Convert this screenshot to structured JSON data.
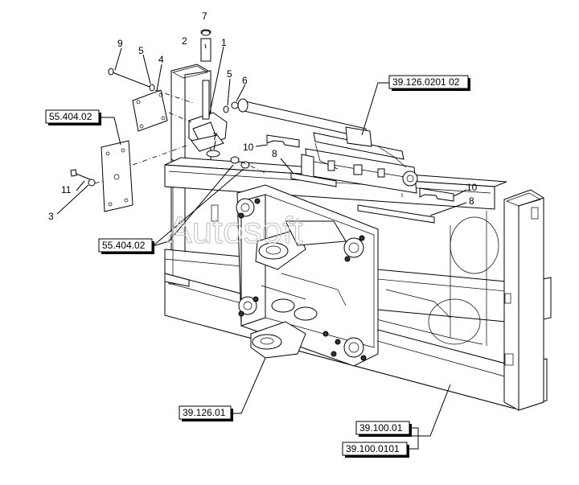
{
  "diagram": {
    "watermark": "Autosoft",
    "reference_labels": {
      "cylinder": "39.126.0201 02",
      "plate_left": "55.404.02",
      "plate_lower": "55.404.02",
      "carriage": "39.126.01",
      "frame_a": "39.100.01",
      "frame_b": "39.100.0101"
    },
    "callouts": {
      "c1": "1",
      "c2": "2",
      "c3": "3",
      "c4": "4",
      "c5a": "5",
      "c5b": "5",
      "c6": "6",
      "c7a": "7",
      "c7b": "7",
      "c8a": "8",
      "c8b": "8",
      "c9": "9",
      "c10a": "10",
      "c10b": "10",
      "c11": "11"
    }
  }
}
